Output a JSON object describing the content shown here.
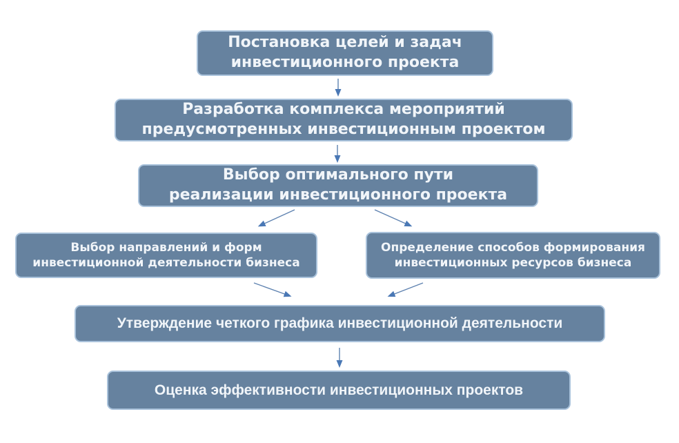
{
  "diagram": {
    "type": "flowchart",
    "language": "ru",
    "colors": {
      "background": "#FFFFFF",
      "node_fill": "#66829F",
      "node_border": "#A9C2DB",
      "node_text": "#F1F5F9",
      "arrow_line": "#5E82B0",
      "arrow_head": "#4A78B5"
    },
    "nodes": [
      {
        "id": "goals",
        "label": "Постановка целей и задач\nинвестиционного проекта"
      },
      {
        "id": "measures",
        "label": "Разработка комплекса мероприятий\nпредусмотренных инвестиционным проектом"
      },
      {
        "id": "optimal-path",
        "label": "Выбор оптимального пути\nреализации инвестиционного проекта"
      },
      {
        "id": "directions",
        "label": "Выбор направлений и форм\nинвестиционной деятельности бизнеса"
      },
      {
        "id": "resources",
        "label": "Определение способов формирования\nинвестиционных ресурсов бизнеса"
      },
      {
        "id": "schedule",
        "label": "Утверждение четкого графика инвестиционной деятельности"
      },
      {
        "id": "evaluation",
        "label": "Оценка эффективности инвестиционных проектов"
      }
    ],
    "edges": [
      {
        "from": "goals",
        "to": "measures"
      },
      {
        "from": "measures",
        "to": "optimal-path"
      },
      {
        "from": "optimal-path",
        "to": "directions"
      },
      {
        "from": "optimal-path",
        "to": "resources"
      },
      {
        "from": "directions",
        "to": "schedule"
      },
      {
        "from": "resources",
        "to": "schedule"
      },
      {
        "from": "schedule",
        "to": "evaluation"
      }
    ]
  }
}
